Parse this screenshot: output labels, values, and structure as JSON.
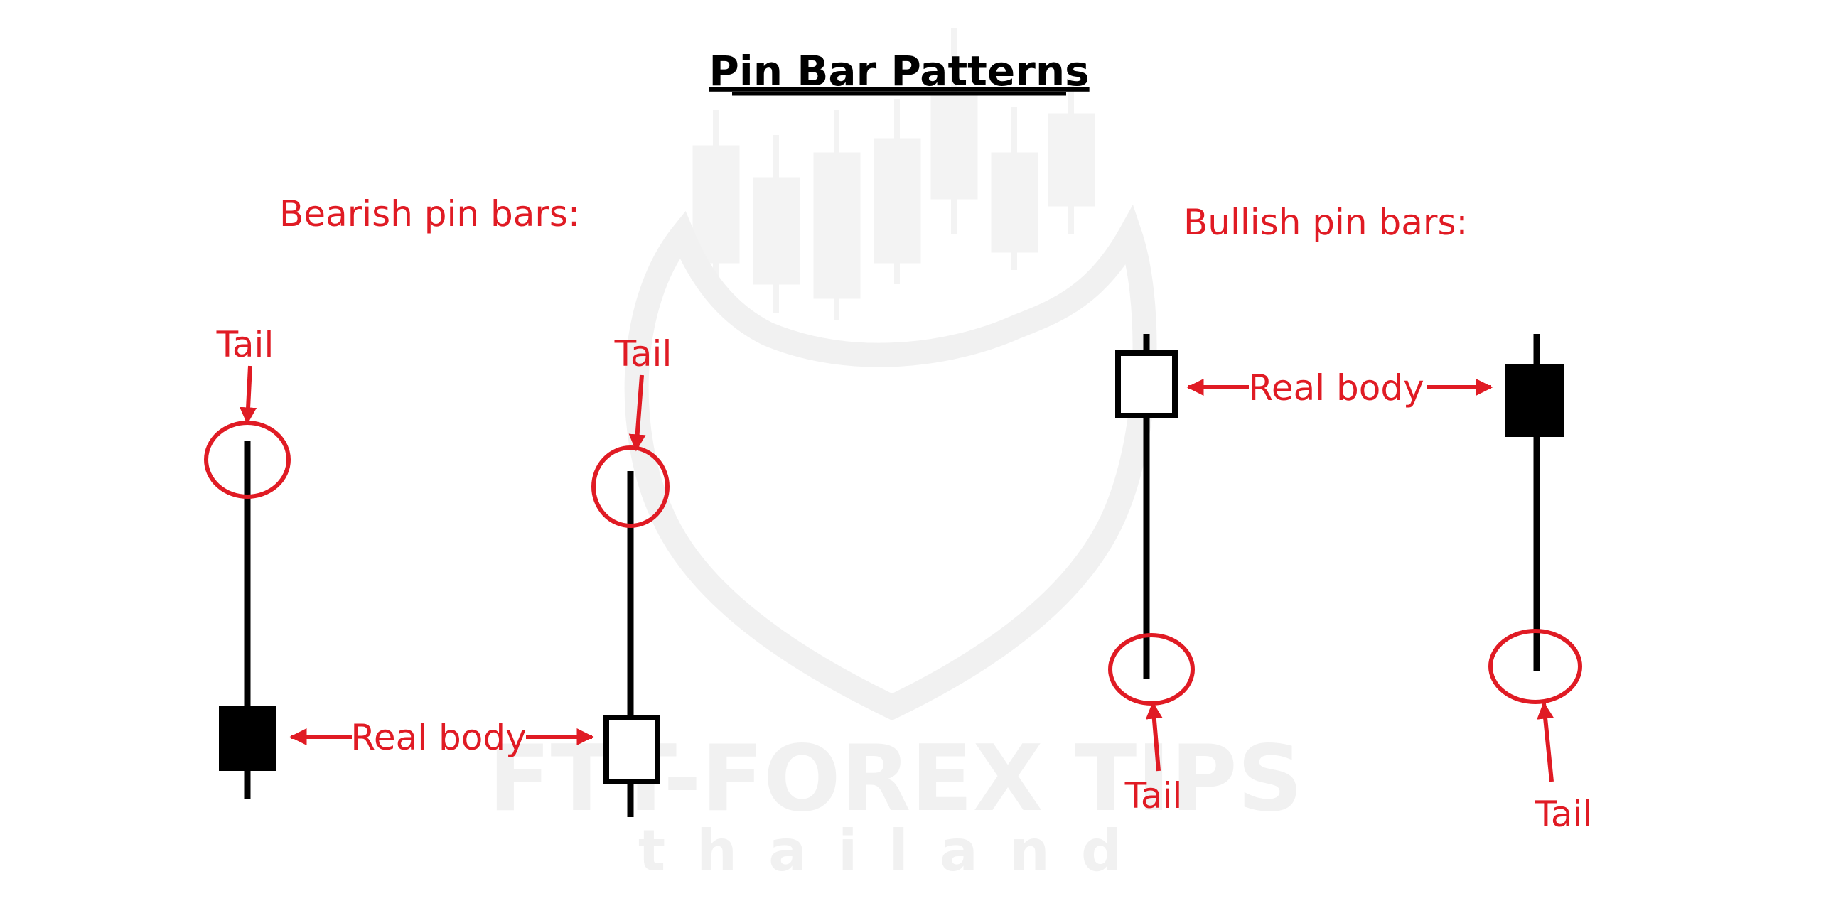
{
  "title": "Pin Bar Patterns",
  "colors": {
    "annotation": "#e01b24",
    "candle": "#000000",
    "background": "#ffffff",
    "watermark": "#efefef"
  },
  "watermark": {
    "brand": "FTT-FOREX TIPS",
    "sub": "thailand"
  },
  "bearish": {
    "heading": "Bearish pin bars:",
    "tail_label_1": "Tail",
    "tail_label_2": "Tail",
    "body_label": "Real body"
  },
  "bullish": {
    "heading": "Bullish pin bars:",
    "tail_label_1": "Tail",
    "tail_label_2": "Tail",
    "body_label": "Real body"
  }
}
